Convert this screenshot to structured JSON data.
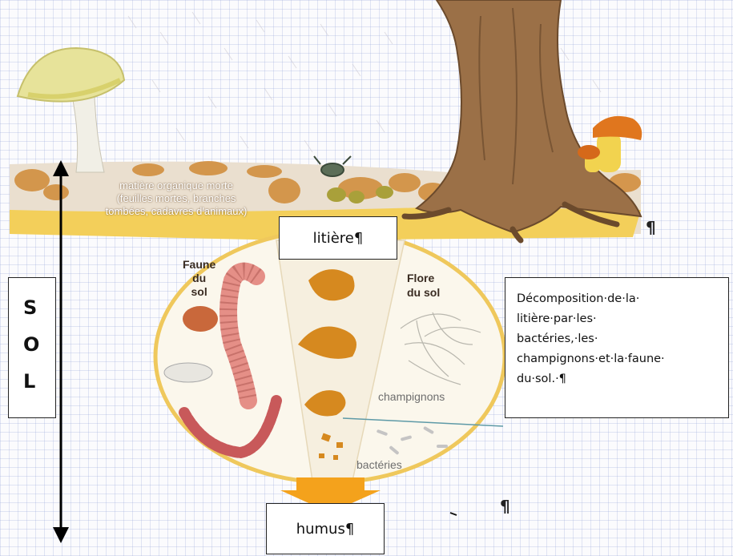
{
  "scene": {
    "organic_matter_lines": [
      "matière organique morte",
      "(feuilles mortes, branches",
      "tombées, cadavres d'animaux)"
    ],
    "soil_fauna_lines": [
      "Faune",
      "du",
      "sol"
    ],
    "soil_flora_lines": [
      "Flore",
      "du sol"
    ],
    "fungi_label": "champignons",
    "bacteria_label": "bactéries"
  },
  "boxes": {
    "litter": "litière¶",
    "humus": "humus¶",
    "decomposition_lines": [
      "Décomposition·de·la·",
      "litière·par·les·",
      "bactéries,·les·",
      "champignons·et·la·faune·",
      "du·sol.·¶"
    ]
  },
  "side_box": {
    "letters": [
      "S",
      "O",
      "L"
    ]
  },
  "pilcrows": [
    "¶",
    "¶"
  ],
  "colors": {
    "litter_band": "#f3cf5a",
    "trunk": "#9b7047",
    "circle_border": "#efc85c",
    "arrow": "#f4a21c",
    "mushroom_cap": "#e7e39a",
    "boletus_cap": "#e0761e"
  }
}
